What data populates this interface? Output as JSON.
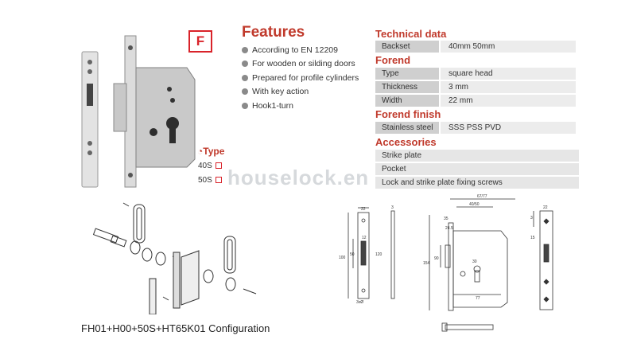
{
  "badge": "F",
  "features": {
    "title": "Features",
    "items": [
      "According to EN 12209",
      "For wooden or silding doors",
      "Prepared for profile cylinders",
      "With key action",
      "Hook1-turn"
    ]
  },
  "technical_data": {
    "title": "Technical data",
    "backset": {
      "label": "Backset",
      "value": "40mm  50mm"
    }
  },
  "forend": {
    "title": "Forend",
    "rows": [
      {
        "label": "Type",
        "value": "square head"
      },
      {
        "label": "Thickness",
        "value": "3  mm"
      },
      {
        "label": "Width",
        "value": "22 mm"
      }
    ]
  },
  "forend_finish": {
    "title": "Forend finish",
    "label": "Stainless steel",
    "value": "SSS  PSS  PVD"
  },
  "accessories": {
    "title": "Accessories",
    "items": [
      "Strike plate",
      "Pocket",
      "Lock and strike plate fixing screws"
    ]
  },
  "type": {
    "title": "Type",
    "options": [
      "40S",
      "50S"
    ]
  },
  "watermark": "houselock.en",
  "caption": "FH01+H00+50S+HT65K01 Configuration",
  "dims": {
    "d22a": "22",
    "d12": "12",
    "d100": "100",
    "d50": "50",
    "d120": "120",
    "d3a": "3",
    "d3b": "3",
    "d3x3": "3xØ",
    "d67": "67/77",
    "d4050": "40/50",
    "d35": "35",
    "d245": "24.5",
    "d154": "154",
    "d90": "90",
    "d30": "30",
    "d77": "77",
    "d22b": "22",
    "d15": "15"
  },
  "colors": {
    "accent": "#c0392b",
    "badge": "#d9232a",
    "key_cell": "#cfcfcf",
    "value_cell": "#ececec"
  }
}
